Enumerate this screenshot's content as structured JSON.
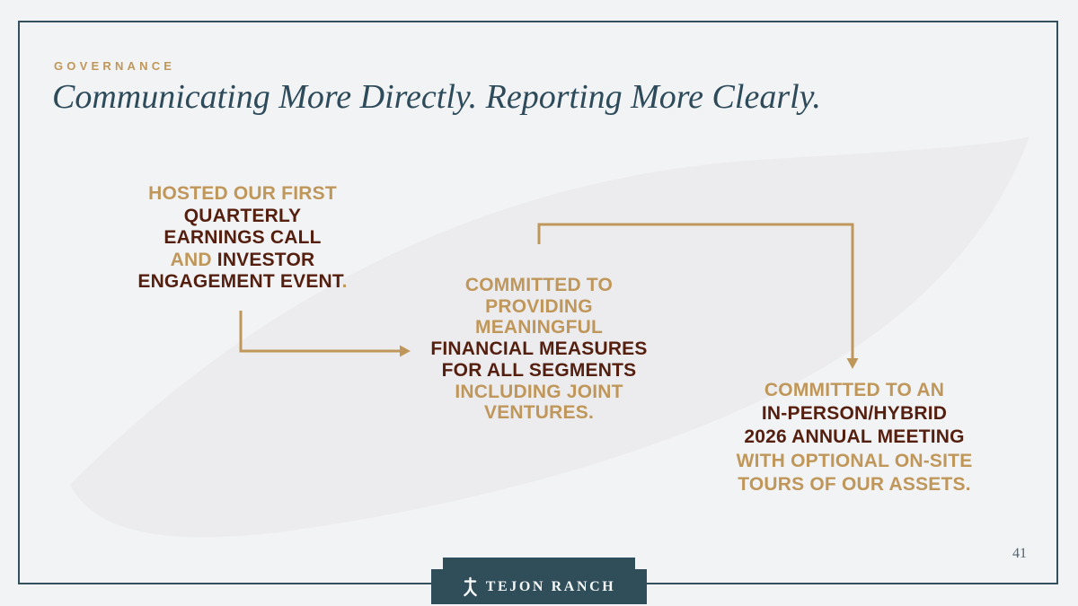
{
  "slide": {
    "eyebrow": "GOVERNANCE",
    "title": "Communicating More Directly. Reporting More Clearly.",
    "page_number": "41"
  },
  "blocks": [
    {
      "name": "earnings-call",
      "lines": [
        {
          "segments": [
            {
              "text": "HOSTED OUR FIRST",
              "tone": "gold"
            }
          ]
        },
        {
          "segments": [
            {
              "text": "QUARTERLY",
              "tone": "maroon"
            }
          ]
        },
        {
          "segments": [
            {
              "text": "EARNINGS CALL",
              "tone": "maroon"
            }
          ]
        },
        {
          "segments": [
            {
              "text": "AND ",
              "tone": "gold"
            },
            {
              "text": "INVESTOR",
              "tone": "maroon"
            }
          ]
        },
        {
          "segments": [
            {
              "text": "ENGAGEMENT EVENT",
              "tone": "maroon"
            },
            {
              "text": ".",
              "tone": "gold"
            }
          ]
        }
      ]
    },
    {
      "name": "financial-measures",
      "lines": [
        {
          "segments": [
            {
              "text": "COMMITTED TO",
              "tone": "gold"
            }
          ]
        },
        {
          "segments": [
            {
              "text": "PROVIDING",
              "tone": "gold"
            }
          ]
        },
        {
          "segments": [
            {
              "text": "MEANINGFUL",
              "tone": "gold"
            }
          ]
        },
        {
          "segments": [
            {
              "text": "FINANCIAL MEASURES",
              "tone": "maroon"
            }
          ]
        },
        {
          "segments": [
            {
              "text": "FOR ALL SEGMENTS",
              "tone": "maroon"
            }
          ]
        },
        {
          "segments": [
            {
              "text": "INCLUDING JOINT",
              "tone": "gold"
            }
          ]
        },
        {
          "segments": [
            {
              "text": "VENTURES.",
              "tone": "gold"
            }
          ]
        }
      ]
    },
    {
      "name": "annual-meeting",
      "lines": [
        {
          "segments": [
            {
              "text": "COMMITTED TO AN",
              "tone": "gold"
            }
          ]
        },
        {
          "segments": [
            {
              "text": "IN-PERSON/HYBRID",
              "tone": "maroon"
            }
          ]
        },
        {
          "segments": [
            {
              "text": "2026 ANNUAL MEETING",
              "tone": "maroon"
            }
          ]
        },
        {
          "segments": [
            {
              "text": "WITH OPTIONAL ON-SITE",
              "tone": "gold"
            }
          ]
        },
        {
          "segments": [
            {
              "text": "TOURS OF OUR ASSETS.",
              "tone": "gold"
            }
          ]
        }
      ]
    }
  ],
  "footer": {
    "logo_text": "TEJON RANCH",
    "logo_icon": "tejon-cross-brand-icon"
  },
  "colors": {
    "background": "#f2f3f4",
    "swoosh": "#ececee",
    "frame": "#34505c",
    "gold": "#c0975a",
    "maroon": "#551f10",
    "title-teal": "#2d4b5a",
    "banner-teal": "#2f4e59",
    "page-number": "#53646e",
    "logo-text": "#f5f7f7"
  }
}
